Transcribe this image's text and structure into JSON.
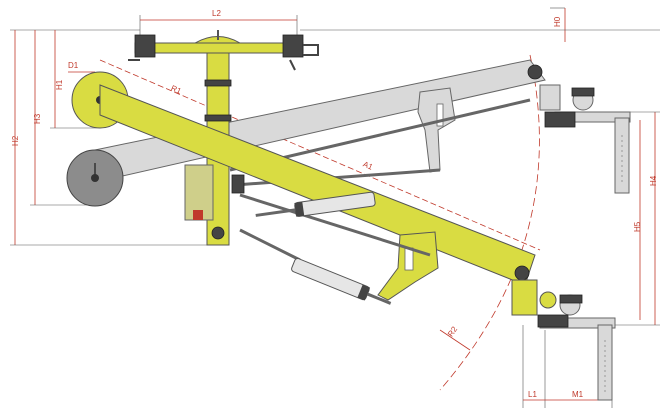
{
  "drawing": {
    "accent_yellow": "#d9dc42",
    "accent_grey": "#d9d9d9",
    "dimension_color": "#c0392b",
    "labels": {
      "L2": "L2",
      "H0": "H0",
      "H1": "H1",
      "H2": "H2",
      "H3": "H3",
      "H4": "H4",
      "H5": "H5",
      "D1": "D1",
      "R1": "R1",
      "A1": "A1",
      "R2": "R2",
      "L1": "L1",
      "M1": "M1"
    }
  }
}
